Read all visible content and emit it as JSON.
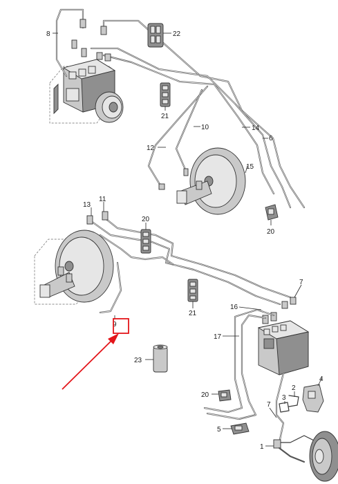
{
  "callouts": [
    {
      "id": "c8",
      "text": "8"
    },
    {
      "id": "c22",
      "text": "22"
    },
    {
      "id": "c21a",
      "text": "21"
    },
    {
      "id": "c10",
      "text": "10"
    },
    {
      "id": "c14",
      "text": "14"
    },
    {
      "id": "c6",
      "text": "6"
    },
    {
      "id": "c12",
      "text": "12"
    },
    {
      "id": "c15",
      "text": "15"
    },
    {
      "id": "c20a",
      "text": "20"
    },
    {
      "id": "c13",
      "text": "13"
    },
    {
      "id": "c11",
      "text": "11"
    },
    {
      "id": "c20b",
      "text": "20"
    },
    {
      "id": "c7a",
      "text": "7"
    },
    {
      "id": "c21b",
      "text": "21"
    },
    {
      "id": "c16",
      "text": "16"
    },
    {
      "id": "c9",
      "text": "9"
    },
    {
      "id": "c17",
      "text": "17"
    },
    {
      "id": "c23",
      "text": "23"
    },
    {
      "id": "c4",
      "text": "4"
    },
    {
      "id": "c2",
      "text": "2"
    },
    {
      "id": "c3",
      "text": "3"
    },
    {
      "id": "c20c",
      "text": "20"
    },
    {
      "id": "c7b",
      "text": "7"
    },
    {
      "id": "c5",
      "text": "5"
    },
    {
      "id": "c1",
      "text": "1"
    }
  ],
  "colors": {
    "highlight": "#e3151a",
    "line": "#3a3a3a"
  }
}
